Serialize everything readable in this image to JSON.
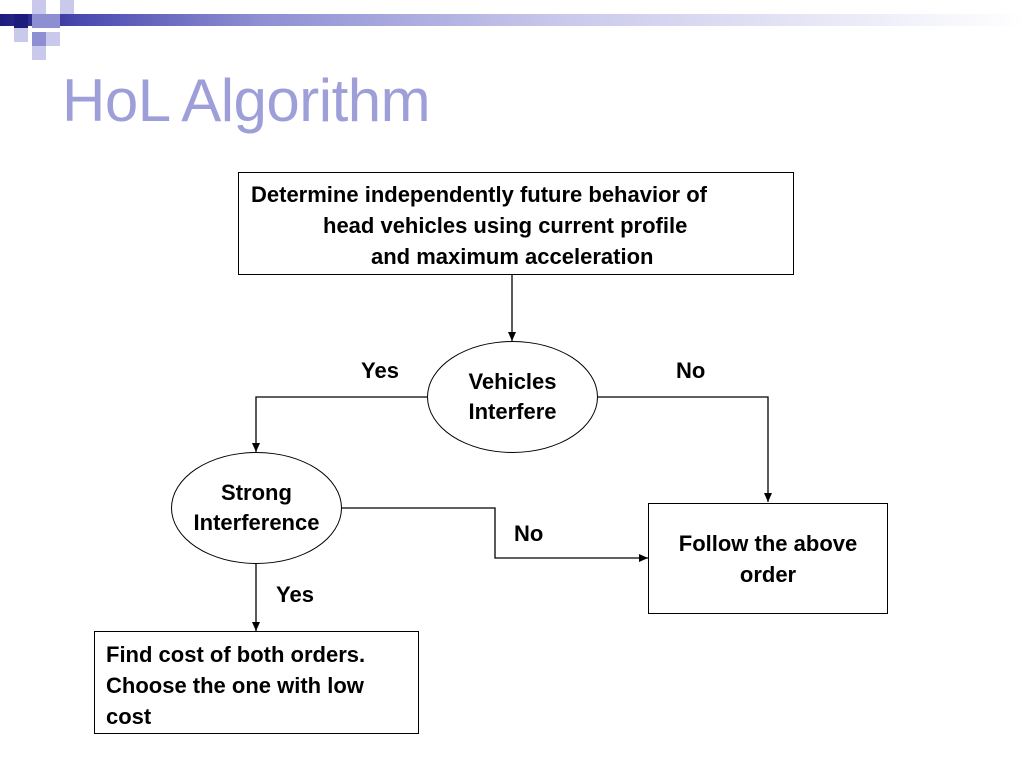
{
  "slide": {
    "title": "HoL Algorithm"
  },
  "flowchart": {
    "start": {
      "line1": "Determine independently future behavior of",
      "line2": "head vehicles using current profile",
      "line3": "and maximum acceleration"
    },
    "decision_interfere": {
      "line1": "Vehicles",
      "line2": "Interfere"
    },
    "decision_strong": {
      "line1": "Strong",
      "line2": "Interference"
    },
    "follow_order": {
      "line1": "Follow the above",
      "line2": "order"
    },
    "find_cost": {
      "line1": "Find cost of both orders.",
      "line2": "Choose the one with low",
      "line3": "cost"
    },
    "labels": {
      "interfere_yes": "Yes",
      "interfere_no": "No",
      "strong_no": "No",
      "strong_yes": "Yes"
    }
  },
  "colors": {
    "title": "#9e9ed8",
    "accent_dark": "#1c1c7c",
    "accent_mid": "#8e8ed2",
    "accent_light": "#c9c9ec"
  }
}
